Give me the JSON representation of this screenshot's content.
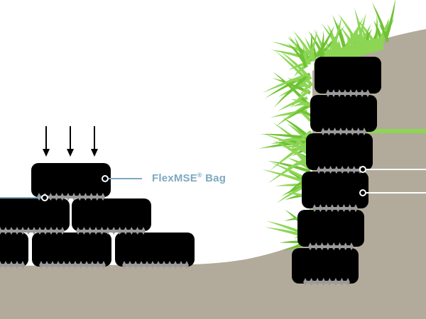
{
  "labels": {
    "bag_name": "FlexMSE",
    "bag_mark": "®",
    "bag_suffix": " Bag"
  },
  "colors": {
    "ground": "#b2aa9b",
    "bag": "#000000",
    "plate": "#9a9a9a",
    "callout": "#7ea9c0",
    "grass_light": "#8cd654",
    "grass_dark": "#6fc234"
  },
  "icons": {
    "load_arrow": "arrow-down-icon",
    "callout_dot": "circle-marker-icon"
  },
  "load_arrows_count": 3
}
